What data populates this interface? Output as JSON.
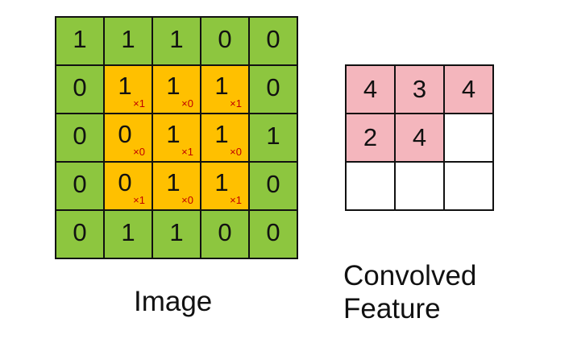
{
  "image": {
    "label": "Image",
    "rows": [
      [
        {
          "v": "1"
        },
        {
          "v": "1"
        },
        {
          "v": "1"
        },
        {
          "v": "0"
        },
        {
          "v": "0"
        }
      ],
      [
        {
          "v": "0"
        },
        {
          "v": "1",
          "k": "×1"
        },
        {
          "v": "1",
          "k": "×0"
        },
        {
          "v": "1",
          "k": "×1"
        },
        {
          "v": "0"
        }
      ],
      [
        {
          "v": "0"
        },
        {
          "v": "0",
          "k": "×0"
        },
        {
          "v": "1",
          "k": "×1"
        },
        {
          "v": "1",
          "k": "×0"
        },
        {
          "v": "1"
        }
      ],
      [
        {
          "v": "0"
        },
        {
          "v": "0",
          "k": "×1"
        },
        {
          "v": "1",
          "k": "×0"
        },
        {
          "v": "1",
          "k": "×1"
        },
        {
          "v": "0"
        }
      ],
      [
        {
          "v": "0"
        },
        {
          "v": "1"
        },
        {
          "v": "1"
        },
        {
          "v": "0"
        },
        {
          "v": "0"
        }
      ]
    ]
  },
  "feature": {
    "label_line1": "Convolved",
    "label_line2": "Feature",
    "rows": [
      [
        "4",
        "3",
        "4"
      ],
      [
        "2",
        "4",
        ""
      ],
      [
        "",
        "",
        ""
      ]
    ]
  },
  "colors": {
    "image_cell": "#8dc63f",
    "kernel_cell": "#ffc000",
    "kernel_weight": "#c00000",
    "feature_filled": "#f4b6bd",
    "feature_empty": "#ffffff"
  }
}
